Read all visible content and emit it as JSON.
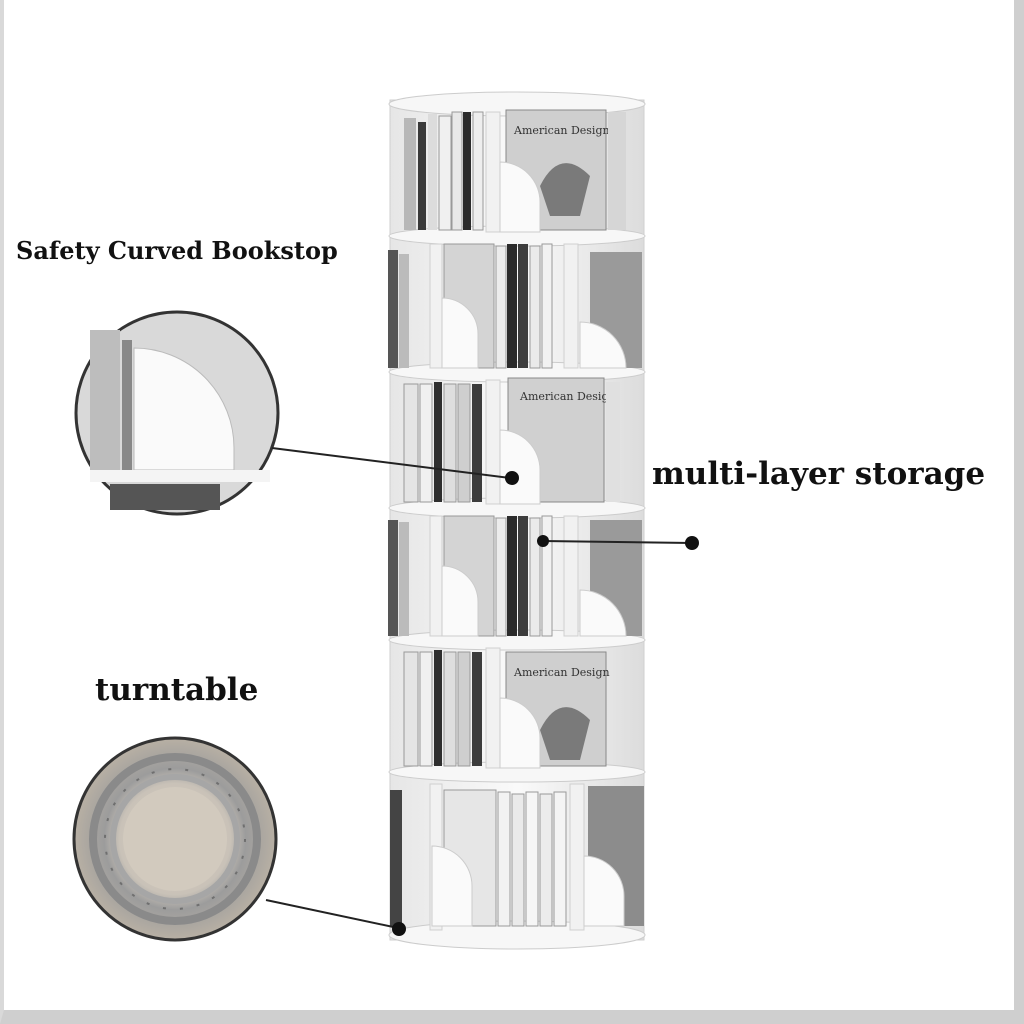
{
  "labels": {
    "bookstop": "Safety Curved Bookstop",
    "storage": "multi-layer storage",
    "turntable": "turntable"
  },
  "book_titles": {
    "top_right": "American Design",
    "tier5_right": "American Design",
    "tier3_right": "American Design"
  },
  "colors": {
    "shelf": "#f4f4f4",
    "shelf_edge": "#d6d6d6",
    "text": "#111111",
    "callout_line": "#222222",
    "frame": "#cfcfcf"
  }
}
